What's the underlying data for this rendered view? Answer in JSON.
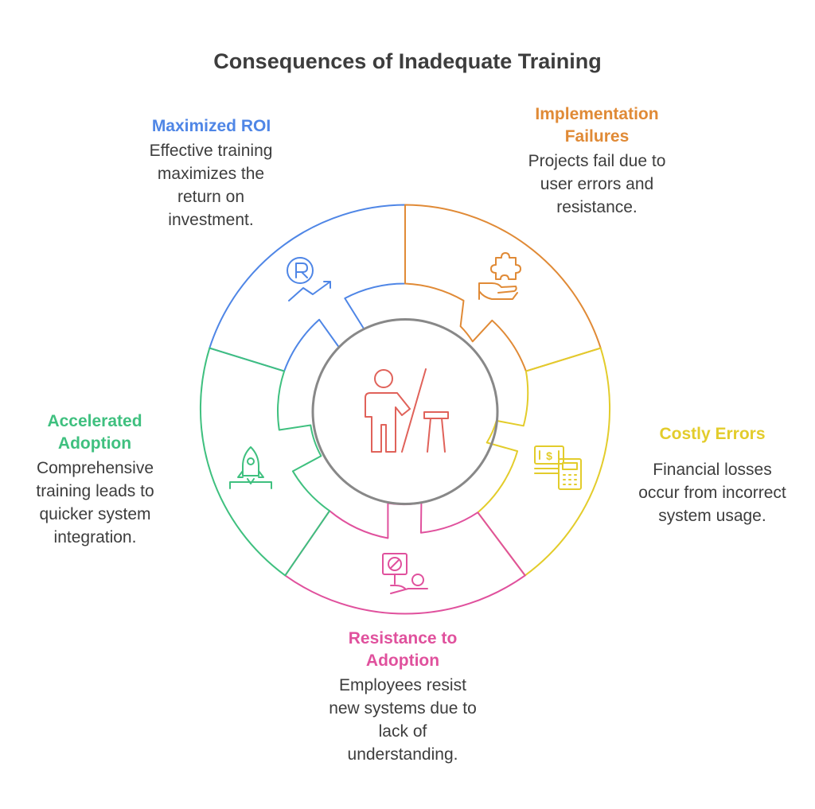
{
  "title": "Consequences of Inadequate Training",
  "center_icon": "trainer-presenting-icon",
  "segments": [
    {
      "id": "roi",
      "heading": "Maximized ROI",
      "description": "Effective training maximizes the return on investment.",
      "color": "#4f86e6",
      "icon": "roi-growth-icon"
    },
    {
      "id": "failures",
      "heading": "Implementation Failures",
      "description": "Projects fail due to user errors and resistance.",
      "color": "#e08a36",
      "icon": "puzzle-hand-icon"
    },
    {
      "id": "errors",
      "heading": "Costly Errors",
      "description": "Financial losses occur from incorrect system usage.",
      "color": "#e3cc2b",
      "icon": "money-calculator-icon"
    },
    {
      "id": "resistance",
      "heading": "Resistance to Adoption",
      "description": "Employees resist new systems due to lack of understanding.",
      "color": "#e0519d",
      "icon": "blocked-sign-person-icon"
    },
    {
      "id": "adoption",
      "heading": "Accelerated Adoption",
      "description": "Comprehensive training leads to quicker system integration.",
      "color": "#3fc07f",
      "icon": "rocket-launch-icon"
    }
  ],
  "center_color": "#888888",
  "accent_color": "#e0625a"
}
